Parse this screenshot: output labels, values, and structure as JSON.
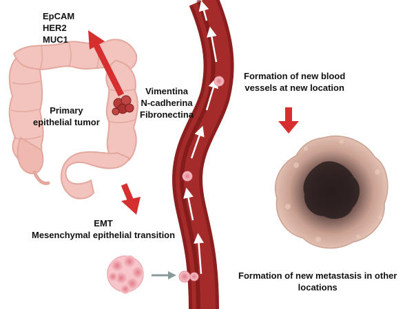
{
  "colors": {
    "colon": "#f2c4bd",
    "colon_outline": "#e3a79e",
    "vessel": "#a52a2a",
    "vessel_inner": "#6e1414",
    "arrow": "#d62f2f",
    "tumor": "#b83a3a",
    "metastasis_outer": "#d9b3a3",
    "metastasis_core": "#2a1e1e"
  },
  "labels": {
    "markers": [
      "EpCAM",
      "HER2",
      "MUC1"
    ],
    "primary_tumor": [
      "Primary",
      "epithelial tumor"
    ],
    "mesenchymal_markers": [
      "Vimentina",
      "N-cadherina",
      "Fibronectina"
    ],
    "emt": [
      "EMT",
      "Mesenchymal epithelial transition"
    ],
    "new_vessels": [
      "Formation of new blood",
      "vessels at new location"
    ],
    "new_metastasis": [
      "Formation of new metastasis in other",
      "locations"
    ]
  }
}
